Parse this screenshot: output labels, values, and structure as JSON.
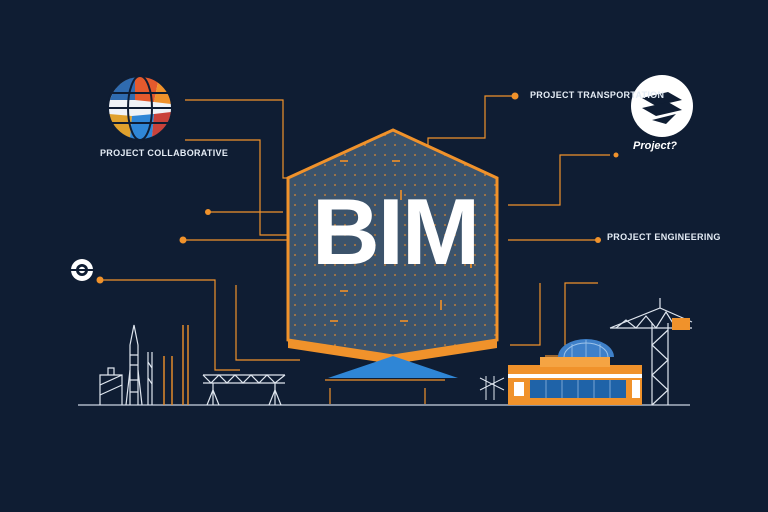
{
  "diagram": {
    "center_label": "BIM",
    "nodes": [
      {
        "id": "n1",
        "heading": "PROJECT COLLABORATIVE",
        "note_lines": [
          "",
          ""
        ],
        "icon": "globe-icon"
      },
      {
        "id": "n2",
        "heading": "",
        "note_lines": [
          "",
          ""
        ]
      },
      {
        "id": "n3",
        "heading": "",
        "note_lines": [
          "",
          ""
        ]
      },
      {
        "id": "n4",
        "heading": "",
        "note_lines": [
          "",
          ""
        ],
        "icon": "target-icon"
      },
      {
        "id": "n5",
        "heading": "PROJECT TRANSPORTATION",
        "note_lines": [
          "",
          ""
        ]
      },
      {
        "id": "n6",
        "heading": "Project?",
        "icon": "project-logo-icon"
      },
      {
        "id": "n7",
        "heading": "PROJECT ENGINEERING",
        "note_lines": [
          "",
          ""
        ]
      }
    ],
    "colors": {
      "background": "#0f1d33",
      "connector": "#f0922b",
      "hexagon_fill": "#3c536b",
      "hexagon_stroke": "#f0922b",
      "base_blue": "#2f86d6"
    }
  }
}
